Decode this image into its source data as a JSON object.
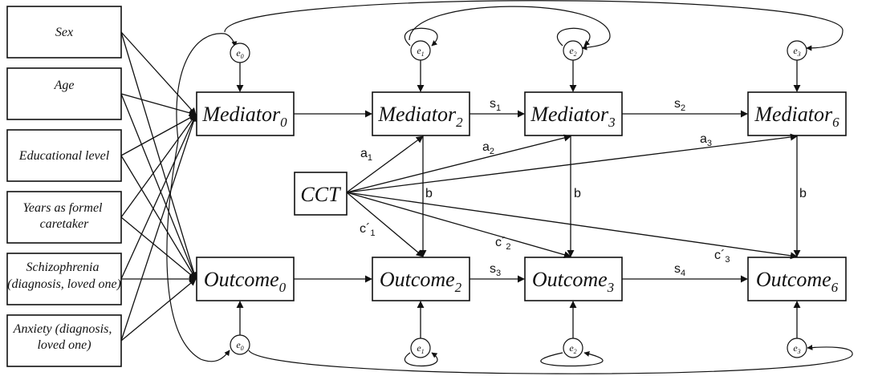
{
  "covariates": [
    "Sex",
    "Age",
    "Educational level",
    [
      "Years as formel",
      "caretaker"
    ],
    [
      "Schizophrenia",
      "(diagnosis, loved one)"
    ],
    [
      "Anxiety (diagnosis,",
      "loved one)"
    ]
  ],
  "nodes": {
    "m0": {
      "base": "Mediator",
      "sub": "0"
    },
    "m2": {
      "base": "Mediator",
      "sub": "2"
    },
    "m3": {
      "base": "Mediator",
      "sub": "3"
    },
    "m6": {
      "base": "Mediator",
      "sub": "6"
    },
    "o0": {
      "base": "Outcome",
      "sub": "0"
    },
    "o2": {
      "base": "Outcome",
      "sub": "2"
    },
    "o3": {
      "base": "Outcome",
      "sub": "3"
    },
    "o6": {
      "base": "Outcome",
      "sub": "6"
    },
    "cct": {
      "base": "CCT",
      "sub": ""
    }
  },
  "errors": {
    "em0": {
      "base": "e",
      "sub": "0"
    },
    "em2": {
      "base": "e",
      "sub": "1"
    },
    "em3": {
      "base": "e",
      "sub": "2"
    },
    "em6": {
      "base": "e",
      "sub": "3"
    },
    "eo0": {
      "base": "e",
      "sub": "0"
    },
    "eo2": {
      "base": "e",
      "sub": "1"
    },
    "eo3": {
      "base": "e",
      "sub": "2"
    },
    "eo6": {
      "base": "e",
      "sub": "3"
    }
  },
  "path_labels": {
    "s1": {
      "base": "s",
      "sub": "1"
    },
    "s2": {
      "base": "s",
      "sub": "2"
    },
    "s3": {
      "base": "s",
      "sub": "3"
    },
    "s4": {
      "base": "s",
      "sub": "4"
    },
    "a1": {
      "base": "a",
      "sub": "1"
    },
    "a2": {
      "base": "a",
      "sub": "2"
    },
    "a3": {
      "base": "a",
      "sub": "3"
    },
    "b1": {
      "base": "b",
      "sub": ""
    },
    "b2": {
      "base": "b",
      "sub": ""
    },
    "b3": {
      "base": "b",
      "sub": ""
    },
    "c1": {
      "base": "c´",
      "sub": "1"
    },
    "c2": {
      "base": "c´",
      "sub": "2"
    },
    "c3": {
      "base": "c´",
      "sub": "3"
    }
  }
}
